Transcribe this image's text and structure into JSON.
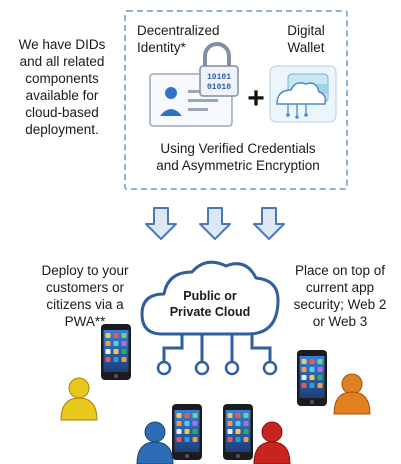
{
  "left_note": [
    "We have DIDs",
    "and all related",
    "components",
    "available for",
    "cloud-based",
    "deployment."
  ],
  "did_label": [
    "Decentralized",
    "Identity*"
  ],
  "wallet_label": [
    "Digital",
    "Wallet"
  ],
  "binary_code": [
    "10101",
    "01010"
  ],
  "plus_sign": "+",
  "vc_caption": [
    "Using Verified Credentials",
    "and Asymmetric Encryption"
  ],
  "deploy_note": [
    "Deploy to your",
    "customers or",
    "citizens via a",
    "PWA**"
  ],
  "place_note": [
    "Place on top of",
    "current app",
    "security; Web 2",
    "or Web 3"
  ],
  "cloud_label": [
    "Public or",
    "Private Cloud"
  ],
  "icons": [
    "id-card-icon",
    "padlock-icon",
    "wallet-icon",
    "cloud-icon",
    "arrow-down-icon",
    "smartphone-icon",
    "user-icon"
  ],
  "colors": {
    "dashed_border": "#8fb0d9",
    "arrow_fill": "#dce8f5",
    "arrow_stroke": "#4a78b5",
    "cloud_stroke": "#2f5f9e",
    "user_orange": "#e2801f",
    "user_blue": "#2d6db5",
    "user_yellow": "#e8c81a",
    "user_red": "#c8231c"
  }
}
